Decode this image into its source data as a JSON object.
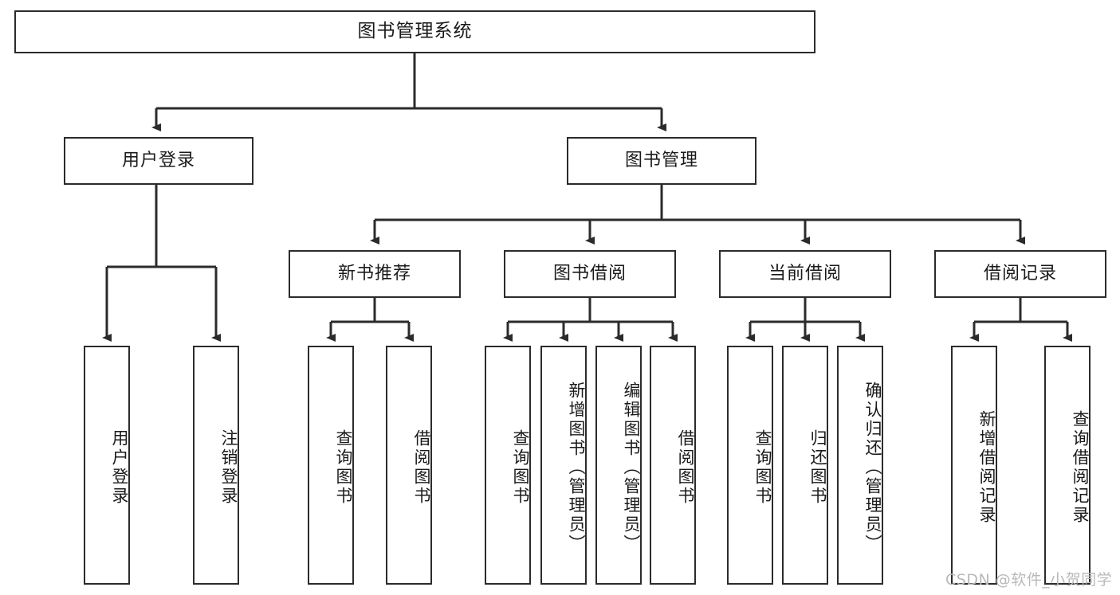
{
  "diagram": {
    "title": "图书管理系统",
    "watermark": "CSDN @软件_小贺同学",
    "colors": {
      "stroke": "#2b2b2b",
      "fill": "#ffffff",
      "text": "#1a1a1a",
      "watermark": "#b9b9b9"
    },
    "levels": {
      "root": {
        "label": "图书管理系统"
      },
      "level2": [
        {
          "label": "用户登录"
        },
        {
          "label": "图书管理"
        }
      ],
      "level3": [
        {
          "label": "新书推荐"
        },
        {
          "label": "图书借阅"
        },
        {
          "label": "当前借阅"
        },
        {
          "label": "借阅记录"
        }
      ],
      "leaves": {
        "user_login": [
          {
            "label": "用户登录"
          },
          {
            "label": "注销登录"
          }
        ],
        "new_book_recommend": [
          {
            "label": "查询图书"
          },
          {
            "label": "借阅图书"
          }
        ],
        "book_borrow": [
          {
            "label": "查询图书"
          },
          {
            "label": "新增图书（管理员）"
          },
          {
            "label": "编辑图书（管理员）"
          },
          {
            "label": "借阅图书"
          }
        ],
        "current_borrow": [
          {
            "label": "查询图书"
          },
          {
            "label": "归还图书"
          },
          {
            "label": "确认归还（管理员）"
          }
        ],
        "borrow_record": [
          {
            "label": "新增借阅记录"
          },
          {
            "label": "查询借阅记录"
          }
        ]
      }
    }
  }
}
